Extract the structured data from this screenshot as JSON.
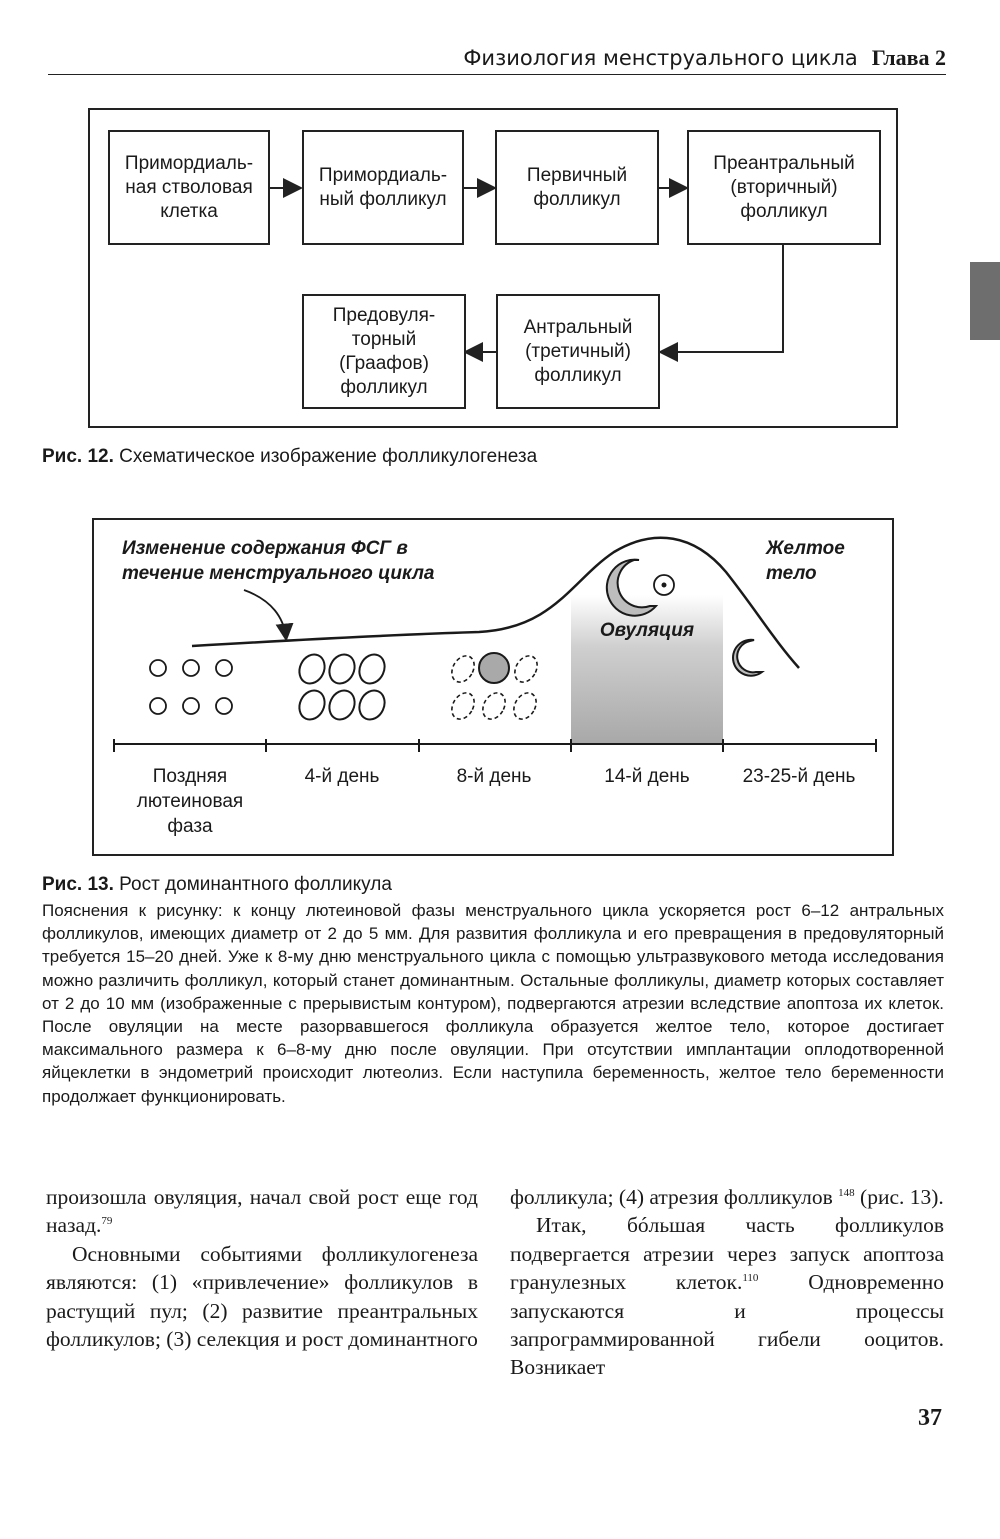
{
  "header": {
    "title": "Физиология менструального цикла",
    "chapter": "Глава 2"
  },
  "figure12": {
    "boxes": [
      "Примордиаль-\nная стволовая\nклетка",
      "Примордиаль-\nный фолликул",
      "Первичный\nфолликул",
      "Преантральный\n(вторичный)\nфолликул",
      "Антральный\n(третичный)\nфолликул",
      "Предовуля-\nторный\n(Граафов)\nфолликул"
    ],
    "caption_label": "Рис. 12.",
    "caption_text": " Схематическое изображение фолликулогенеза"
  },
  "figure13": {
    "curve_label_1": "Изменение содержания ФСГ в",
    "curve_label_2": "течение менструального цикла",
    "corpus_label_1": "Желтое",
    "corpus_label_2": "тело",
    "ovulation_label": "Овуляция",
    "phases": [
      "Поздняя",
      "лютеиновая",
      "фаза"
    ],
    "days": [
      "4-й день",
      "8-й день",
      "14-й день",
      "23-25-й день"
    ],
    "caption_label": "Рис. 13.",
    "caption_text": " Рост доминантного фолликула",
    "explanation": "Пояснения к рисунку: к концу лютеиновой фазы менструального цикла ускоряется рост 6–12 антральных фолликулов, имеющих диаметр от 2 до 5 мм. Для развития фолликула и его превращения в предовуляторный требуется 15–20 дней. Уже к 8-му дню менструального цикла с помощью ультразвукового метода исследования можно различить фолликул, который станет доминантным. Остальные фолликулы, диаметр которых составляет от 2 до 10 мм (изображенные с прерывистым контуром), подвергаются атрезии вследствие апоптоза их клеток. После овуляции на месте разорвавшегося фолликула образуется желтое тело, которое достигает максимального размера  к 6–8-му дню после овуляции. При отсутствии имплантации оплодотворенной яйцеклетки в эндометрий происходит лютеолиз. Если наступила беременность, желтое тело беременности продолжает функционировать."
  },
  "body": {
    "left_p1": "произошла овуляция, начал свой рост еще год назад.",
    "left_p1_ref": "79",
    "left_p2": "Основными событиями фолликулогенеза являются: (1) «привлечение» фолликулов в растущий пул; (2) развитие преантральных фолликулов; (3) селекция и рост доминантного",
    "right_p1": "фолликула; (4) атрезия фолликулов",
    "right_p1_ref": "148",
    "right_p1_tail": " (рис. 13).",
    "right_p2": "Итак, бóльшая часть фолликулов подвергается атрезии через запуск апоптоза гранулезных клеток.",
    "right_p2_ref": "110",
    "right_p2_tail": " Одновременно запускаются и процессы запрограммированной гибели ооцитов. Возникает"
  },
  "page_number": "37"
}
